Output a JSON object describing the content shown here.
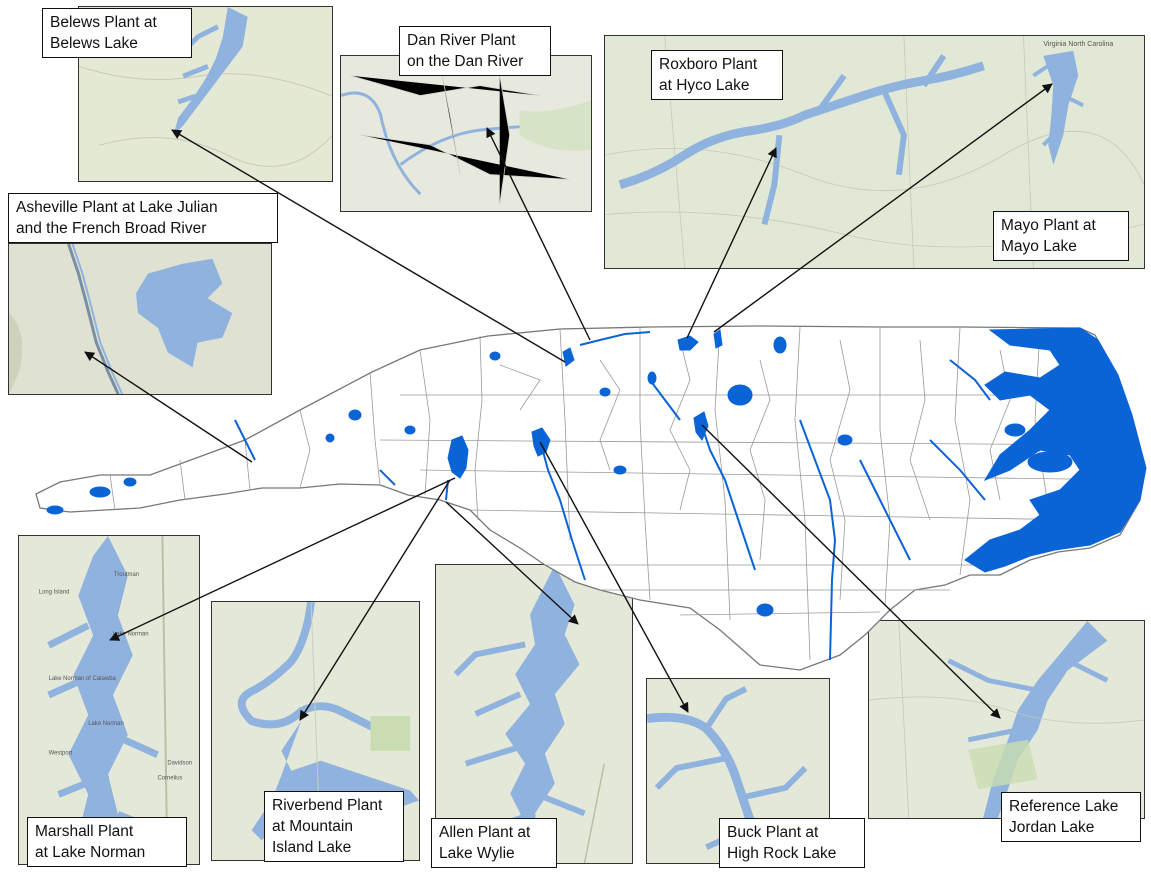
{
  "colors": {
    "water": "#0a64d6",
    "inset_water": "#8fb3de",
    "inset_land": "#e4e9d6",
    "county_line": "#8a8a8a",
    "arrow": "#111111"
  },
  "labels": {
    "belews": "Belews Plant at\nBelews Lake",
    "dan": "Dan River Plant\non the Dan River",
    "roxboro": "Roxboro Plant\nat Hyco Lake",
    "mayo": "Mayo Plant at\nMayo Lake",
    "asheville": "Asheville Plant at Lake Julian\nand the French Broad River",
    "marshall": "Marshall Plant\nat Lake Norman",
    "riverbend": "Riverbend Plant\nat Mountain\nIsland Lake",
    "allen": "Allen Plant at\nLake Wylie",
    "buck": "Buck Plant at\nHigh Rock Lake",
    "reference": "Reference Lake\nJordan Lake"
  },
  "inset_text": {
    "norman_1": "Lake Norman",
    "norman_2": "Lake Norman\nof Catawba",
    "norman_3": "Lake\nNorman",
    "norman_4": "Westport",
    "norman_5": "Troutman",
    "norman_6": "Cornelius",
    "norman_7": "Davidson",
    "norman_8": "Long Island",
    "mayo_1": "Virginia\nNorth Carolina"
  }
}
